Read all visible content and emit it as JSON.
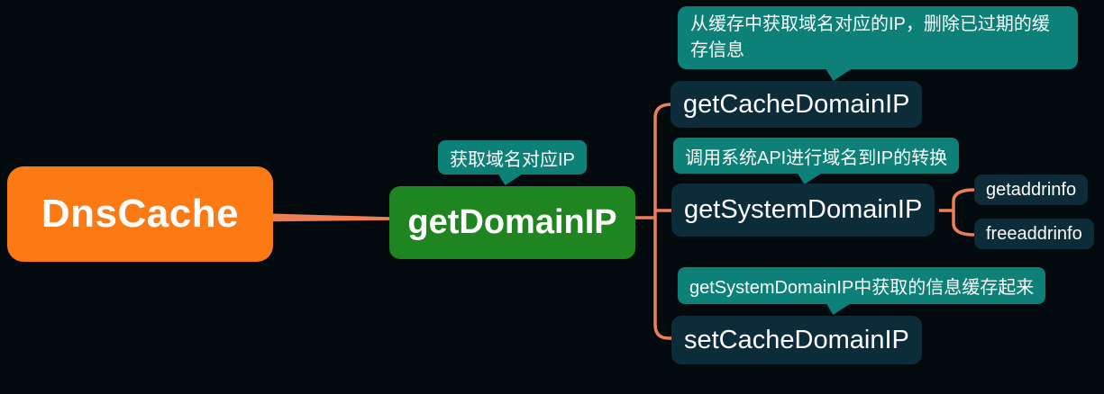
{
  "colors": {
    "background": "#030a0e",
    "connector": "#ee7e55",
    "root_bg": "#fb7a14",
    "center_bg": "#1f8520",
    "node_bg": "#0d2c3a",
    "callout_bg": "#0d8077",
    "text": "#fdfdfd"
  },
  "mindmap": {
    "root": {
      "label": "DnsCache"
    },
    "center": {
      "label": "getDomainIP",
      "callout": "获取域名对应IP"
    },
    "branches": [
      {
        "label": "getCacheDomainIP",
        "callout": "从缓存中获取域名对应的IP，删除已过期的缓存信息"
      },
      {
        "label": "getSystemDomainIP",
        "callout": "调用系统API进行域名到IP的转换",
        "children": [
          {
            "label": "getaddrinfo"
          },
          {
            "label": "freeaddrinfo"
          }
        ]
      },
      {
        "label": "setCacheDomainIP",
        "callout": "getSystemDomainIP中获取的信息缓存起来"
      }
    ]
  }
}
